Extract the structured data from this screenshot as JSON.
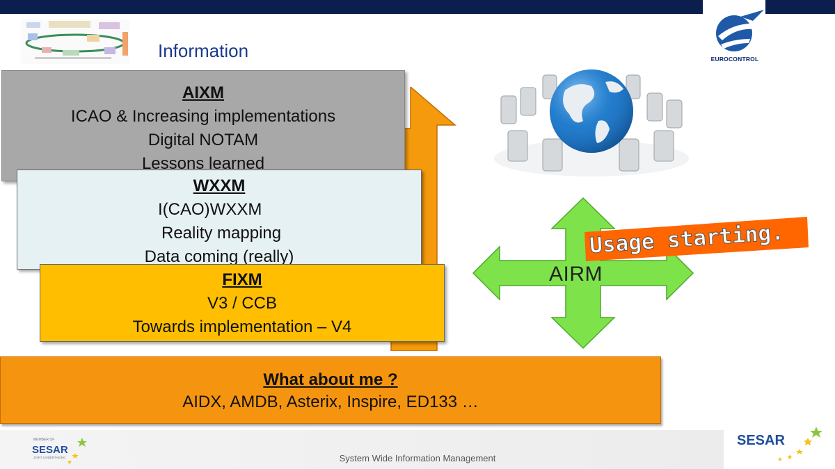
{
  "header": {
    "title": "Information"
  },
  "logos": {
    "eurocontrol": "EUROCONTROL",
    "sesar_right": "SESAR",
    "sesar_left": "SESAR"
  },
  "boxes": {
    "aixm": {
      "heading": "AIXM",
      "lines": [
        "ICAO & Increasing implementations",
        "Digital NOTAM",
        "Lessons learned"
      ]
    },
    "wxxm": {
      "heading": "WXXM",
      "lines": [
        "I(CAO)WXXM",
        "Reality mapping",
        "Data coming (really)"
      ]
    },
    "fixm": {
      "heading": "FIXM",
      "lines": [
        "V3 / CCB",
        "Towards implementation – V4"
      ]
    },
    "other": {
      "heading": "What about me ?",
      "lines": [
        "AIDX, AMDB, Asterix, Inspire, ED133  …"
      ]
    }
  },
  "airm": {
    "label": "AIRM",
    "banner": "Usage starting."
  },
  "footer": {
    "text": "System Wide Information Management"
  },
  "colors": {
    "topbar": "#0b1f4e",
    "title": "#1a3a8a",
    "aixm_box": "#a8a8a8",
    "wxxm_box": "#e6f1f3",
    "fixm_box": "#ffbf00",
    "other_box": "#f5950f",
    "big_arrow": "#f59a0c",
    "cross_arrow": "#7ee34b",
    "banner": "#ff6600"
  }
}
